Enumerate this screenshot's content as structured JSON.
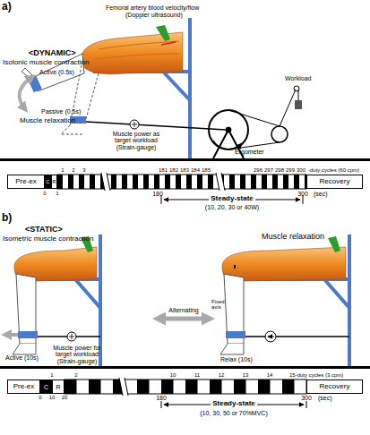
{
  "diagram": {
    "nodes": [
      {
        "text": [
          "Pre-ex"
        ]
      },
      {
        "text": [
          "C"
        ]
      },
      {
        "text": [
          "R"
        ]
      },
      {
        "text": [
          "Recovery"
        ]
      },
      {
        "text": [
          "Pre-ex"
        ]
      },
      {
        "text": [
          "C"
        ]
      },
      {
        "text": [
          "R"
        ]
      },
      {
        "text": [
          "Recovery"
        ]
      }
    ],
    "labels": [
      "a)",
      "Femoral artery blood velocity/flow",
      "(Doppler ultrasound)",
      "<DYNAMIC>",
      "Isotonic muscle contraction",
      "Active (0.5s)",
      "Passive (0.5s)",
      "Muscle relaxation",
      "Muscle power as target workload (Strain-gauge)",
      "Workload",
      "Ergometer",
      "1",
      "2",
      "3",
      "181",
      "182",
      "183",
      "184",
      "185",
      "296",
      "297",
      "298",
      "299",
      "300",
      "-duty cycles (60 cpm)",
      "0",
      "1",
      "180",
      "300",
      "(sec)",
      "Steady-state",
      "(10, 20, 30 or 40W)",
      "b)",
      "<STATIC>",
      "Isometric muscle contraction",
      "Muscle relaxation",
      "Muscle power for target workload (Strain-gauge)",
      "Alternating",
      "Fixed axis",
      "Active (10s)",
      "Relax (10s)",
      "1",
      "2",
      "10",
      "11",
      "12",
      "13",
      "14",
      "15-duty cycles (3 cpm)",
      "0",
      "10",
      "20",
      "180",
      "300",
      "(sec)",
      "Steady-state",
      "(10, 30, 50 or 70%MVC)"
    ]
  }
}
